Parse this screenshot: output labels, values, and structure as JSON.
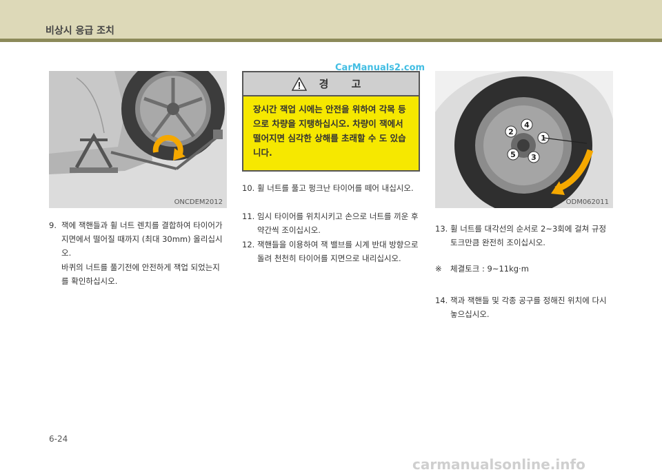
{
  "header": {
    "section_title": "비상시 응급 조치"
  },
  "figures": {
    "jack_caption": "ONCDEM2012",
    "wheel_caption": "ODM062011",
    "lug_labels": [
      "1",
      "2",
      "3",
      "4",
      "5"
    ]
  },
  "warning": {
    "title": "경 고",
    "body": "장시간 잭업 시에는 안전을 위하여 각목 등으로 차량을 지탱하십시오. 차량이 잭에서 떨어지면 심각한 상해를 초래할 수 도 있습니다."
  },
  "steps": [
    {
      "num": "9.",
      "text": "잭에 잭핸들과 휠 너트 렌치를 결합하여 타이어가 지면에서 떨어질 때까지 (최대 30mm) 올리십시오."
    },
    {
      "num": "",
      "text": "바퀴의 너트를 풀기전에 안전하게 잭업 되었는지를 확인하십시오."
    },
    {
      "num": "10.",
      "text": "휠 너트를 풀고 펑크난 타이어를 떼어 내십시오."
    },
    {
      "num": "11.",
      "text": "임시 타이어를 위치시키고 손으로 너트를 끼운 후 약간씩 조이십시오."
    },
    {
      "num": "12.",
      "text": "잭핸들을 이용하여 잭 밸브를 시계 반대 방향으로 돌려 천천히 타이어를 지면으로 내리십시오."
    },
    {
      "num": "13.",
      "text": "휠 너트를 대각선의 순서로 2~3회에 걸쳐 규정 토크만큼 완전히 조이십시오."
    },
    {
      "num": "※",
      "text": "체결토크 : 9~11kg·m"
    },
    {
      "num": "14.",
      "text": "잭과 잭핸들 및 각종 공구를 정해진 위치에 다시 놓으십시오."
    }
  ],
  "footer": {
    "page_number": "6-24"
  },
  "watermarks": {
    "top": "CarManuals2.com",
    "bottom": "carmanualsonline.info"
  },
  "colors": {
    "header_bg": "#ddd9b8",
    "header_rule": "#8c8a5a",
    "warning_bg": "#f6e800",
    "arrow": "#f5a800"
  }
}
